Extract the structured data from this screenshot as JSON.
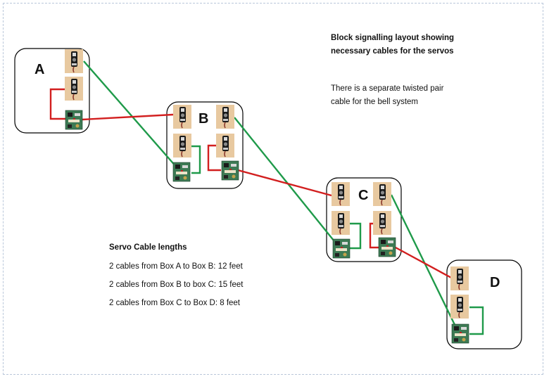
{
  "title_line1": "Block signalling layout showing",
  "title_line2": "necessary cables for the servos",
  "note_line1": "There is a separate twisted pair",
  "note_line2": "cable for the bell system",
  "lengths": {
    "heading": "Servo Cable lengths",
    "items": [
      "2 cables from Box A to Box B: 12 feet",
      "2 cables from Box B to box C: 15 feet",
      "2 cables from Box C to Box D: 8 feet"
    ]
  },
  "boxes": [
    "A",
    "B",
    "C",
    "D"
  ],
  "colors": {
    "red_cable": "#d21f1f",
    "green_cable": "#1f9a4a",
    "servo_bg": "#e8c9a0",
    "board": "#3d7a54",
    "border": "#000000"
  }
}
